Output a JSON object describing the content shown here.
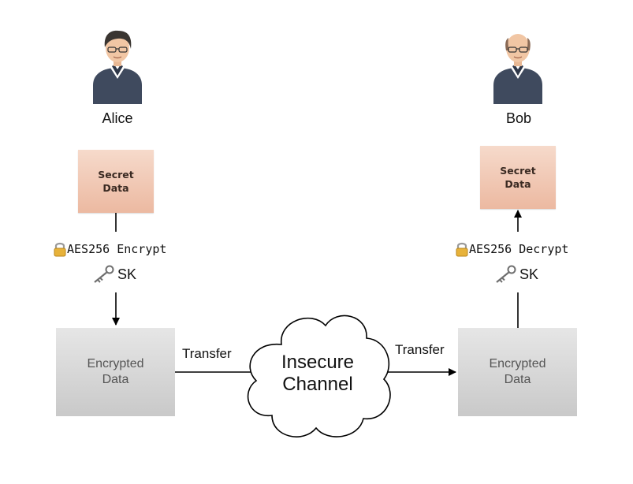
{
  "people": {
    "alice": {
      "name": "Alice"
    },
    "bob": {
      "name": "Bob"
    }
  },
  "secret_box": {
    "label": "Secret\nData"
  },
  "encrypted_box": {
    "label": "Encrypted\nData"
  },
  "operations": {
    "encrypt": "AES256 Encrypt",
    "decrypt": "AES256 Decrypt"
  },
  "key_label": "SK",
  "transfer_label": "Transfer",
  "channel_label": "Insecure\nChannel",
  "icons": {
    "lock": "lock-icon",
    "key": "key-icon",
    "person": "person-icon"
  },
  "colors": {
    "secret_box_top": "#f6dacb",
    "secret_box_bottom": "#ecb9a1",
    "encrypted_box_top": "#e6e6e6",
    "encrypted_box_bottom": "#c9c9c9",
    "person_shirt": "#3f4a5e"
  }
}
